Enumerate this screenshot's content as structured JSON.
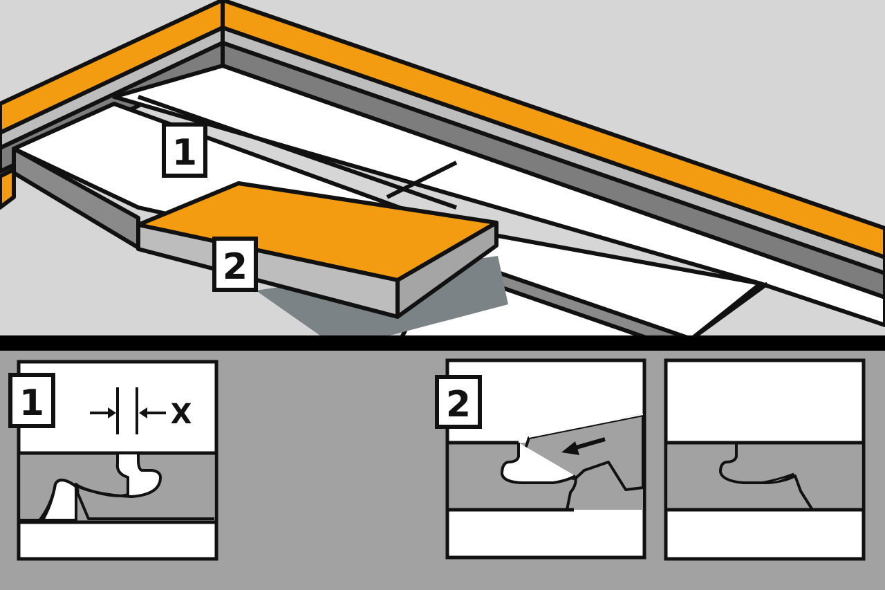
{
  "step_labels": {
    "one": "1",
    "two": "2"
  },
  "gap_symbol": "X",
  "colors": {
    "accent_orange": "#f39c12",
    "wall_grey": "#d6d6d6",
    "floor_grey": "#a2a2a2",
    "board_side_grey": "#8a8a8a",
    "outline": "#111111",
    "shadow": "#7b8386"
  },
  "icons": [
    "arrow-right-icon",
    "arrow-left-icon",
    "push-arrow-icon"
  ]
}
